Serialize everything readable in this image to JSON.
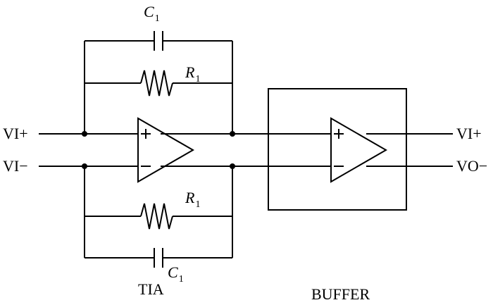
{
  "labels": {
    "in_plus": "VI+",
    "in_minus": "VI−",
    "out_plus": "VI+",
    "out_minus": "VO−",
    "tia": "TIA",
    "buffer": "BUFFER"
  },
  "components": {
    "c_top": {
      "symbol": "C",
      "sub": "1"
    },
    "r_top": {
      "symbol": "R",
      "sub": "1"
    },
    "r_bottom": {
      "symbol": "R",
      "sub": "1"
    },
    "c_bottom": {
      "symbol": "C",
      "sub": "1"
    }
  }
}
